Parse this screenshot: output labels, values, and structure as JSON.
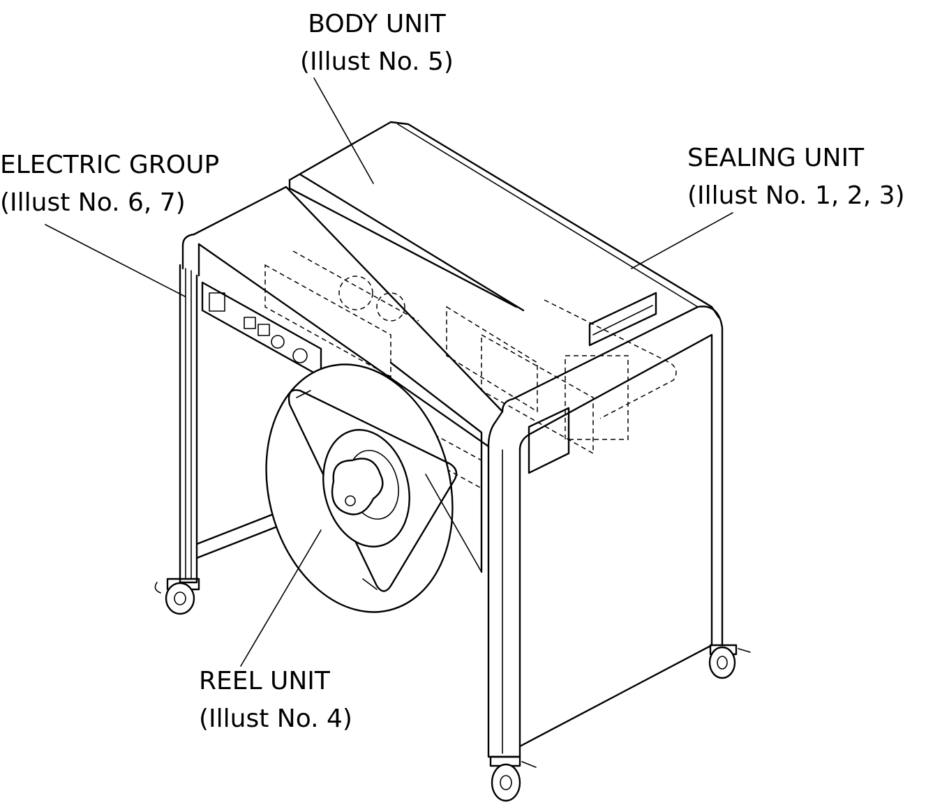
{
  "callouts": {
    "body_unit": {
      "name": "BODY UNIT",
      "ref": "(Illust No. 5)"
    },
    "electric_group": {
      "name": "ELECTRIC GROUP",
      "ref": "(Illust No. 6, 7)"
    },
    "sealing_unit": {
      "name": "SEALING UNIT",
      "ref": "(Illust No. 1, 2, 3)"
    },
    "reel_unit": {
      "name": "REEL UNIT",
      "ref": "(Illust No. 4)"
    }
  },
  "colors": {
    "line": "#000000",
    "background": "#ffffff"
  }
}
